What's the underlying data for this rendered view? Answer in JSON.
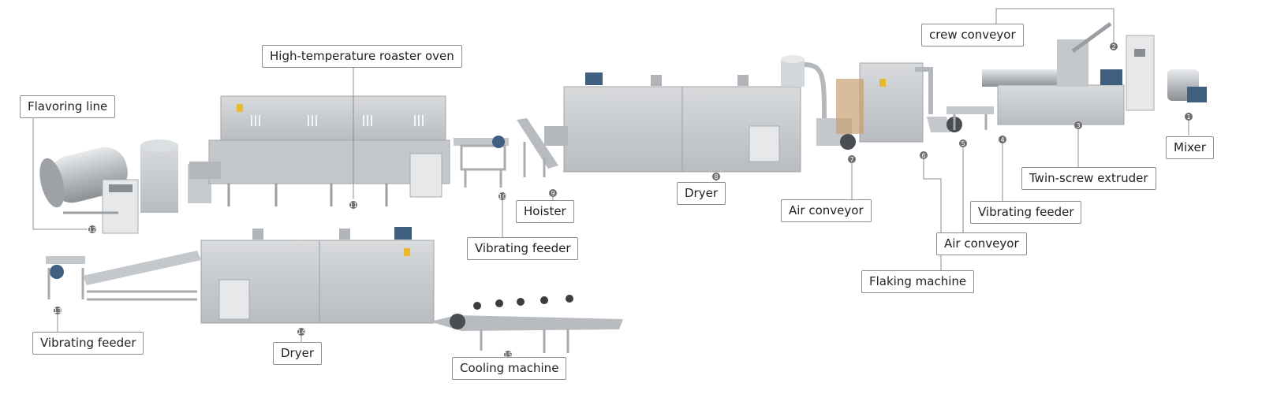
{
  "labels": {
    "mixer": "Mixer",
    "screw_conveyor": "crew conveyor",
    "twin_screw_extruder": "Twin-screw extruder",
    "vibrating_feeder_4": "Vibrating feeder",
    "air_conveyor_5": "Air conveyor",
    "flaking_machine": "Flaking machine",
    "air_conveyor_7": "Air conveyor",
    "dryer_8": "Dryer",
    "hoister": "Hoister",
    "vibrating_feeder_10": "Vibrating feeder",
    "roaster_oven": "High-temperature roaster oven",
    "flavoring_line": "Flavoring line",
    "vibrating_feeder_13": "Vibrating feeder",
    "dryer_14": "Dryer",
    "cooling_machine": "Cooling machine"
  },
  "markers": [
    "1",
    "2",
    "3",
    "4",
    "5",
    "6",
    "7",
    "8",
    "9",
    "10",
    "11",
    "12",
    "13",
    "14",
    "15"
  ],
  "colors": {
    "steel": "#c9cccf",
    "steel_dark": "#9a9ea2",
    "steel_light": "#e3e5e7",
    "motor": "#3e5f80",
    "panel_yellow": "#e8b830",
    "line": "#8c8c8c",
    "marker": "#6e6e6e"
  }
}
